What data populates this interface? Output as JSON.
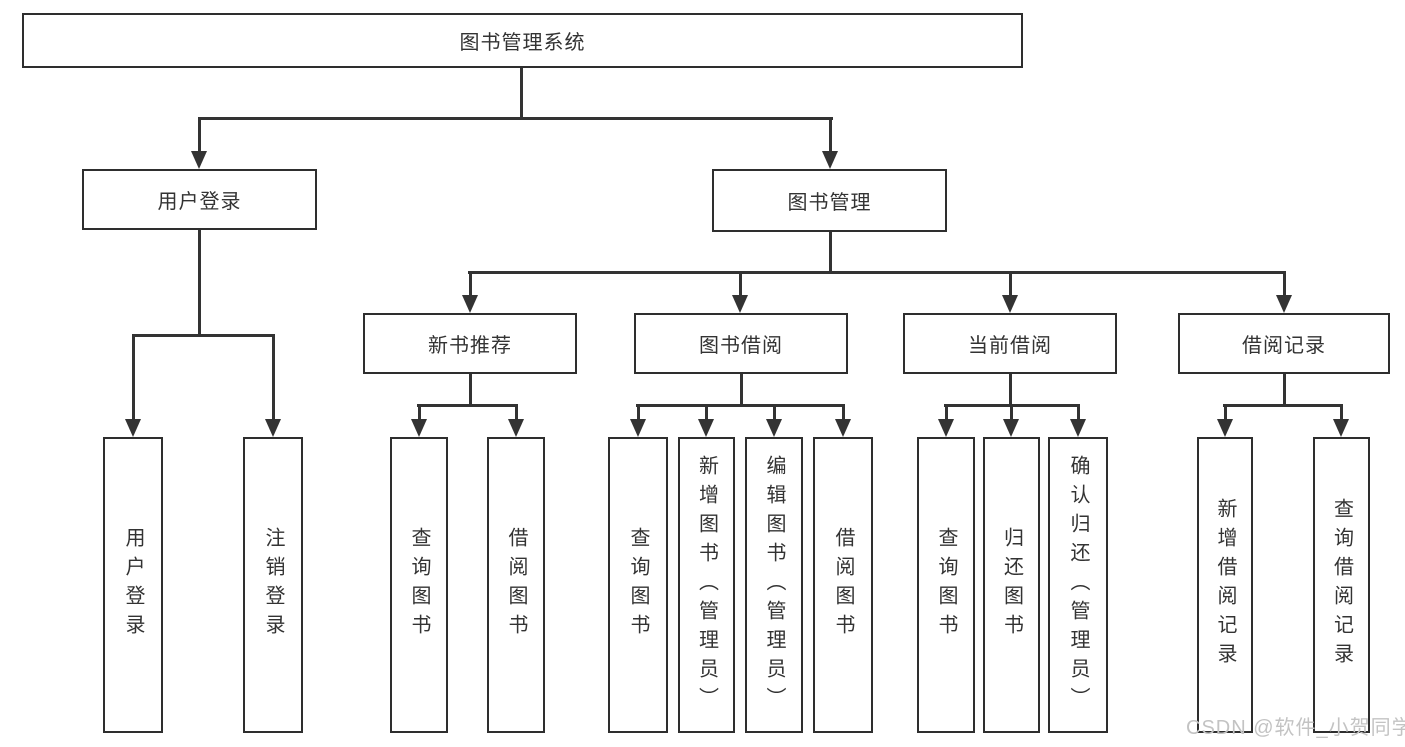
{
  "tree": {
    "root": {
      "label": "图书管理系统"
    },
    "level2": [
      {
        "label": "用户登录",
        "children": [
          {
            "label": "用户登录"
          },
          {
            "label": "注销登录"
          }
        ]
      },
      {
        "label": "图书管理",
        "children": [
          {
            "label": "新书推荐",
            "children": [
              {
                "label": "查询图书"
              },
              {
                "label": "借阅图书"
              }
            ]
          },
          {
            "label": "图书借阅",
            "children": [
              {
                "label": "查询图书"
              },
              {
                "label": "新增图书（管理员）"
              },
              {
                "label": "编辑图书（管理员）"
              },
              {
                "label": "借阅图书"
              }
            ]
          },
          {
            "label": "当前借阅",
            "children": [
              {
                "label": "查询图书"
              },
              {
                "label": "归还图书"
              },
              {
                "label": "确认归还（管理员）"
              }
            ]
          },
          {
            "label": "借阅记录",
            "children": [
              {
                "label": "新增借阅记录"
              },
              {
                "label": "查询借阅记录"
              }
            ]
          }
        ]
      }
    ]
  },
  "watermark": {
    "text": "CSDN @软件_小贺同学"
  },
  "colors": {
    "line": "#333333",
    "border": "#2e2e2e",
    "text": "#333333",
    "watermark": "#c3c3c3",
    "background": "#ffffff"
  }
}
